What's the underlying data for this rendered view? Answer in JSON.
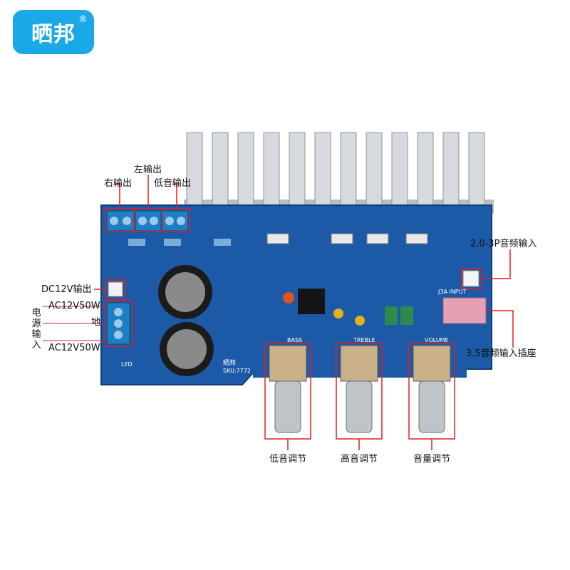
{
  "brand": {
    "logo_text": "晒邦",
    "registered_mark": "®",
    "board_brand": "晒邦",
    "sku": "SKU:7772"
  },
  "labels": {
    "right_output": "右输出",
    "left_output": "左输出",
    "bass_output": "低音输出",
    "dc12v_output": "DC12V输出",
    "power_input": "电源输入",
    "ac_top": "AC12V50W",
    "ground": "地",
    "ac_bottom": "AC12V50W",
    "input_2_0_3p": "2.0-3P音频输入",
    "input_3_5": "3.5音频输入插座",
    "bass_adjust": "低音调节",
    "treble_adjust": "高音调节",
    "volume_adjust": "音量调节"
  },
  "silkscreen": {
    "bass": "BASS",
    "treble": "TREBLE",
    "volume": "VOLUME",
    "input": "J3A INPUT",
    "led": "LED"
  },
  "colors": {
    "pcb": "#1c5aa8",
    "heatsink": "#c9cdd2",
    "terminal": "#1b7fc4",
    "capacitor": "#1b1b1b",
    "jack": "#e5a0b4",
    "callout": "#e02020"
  }
}
